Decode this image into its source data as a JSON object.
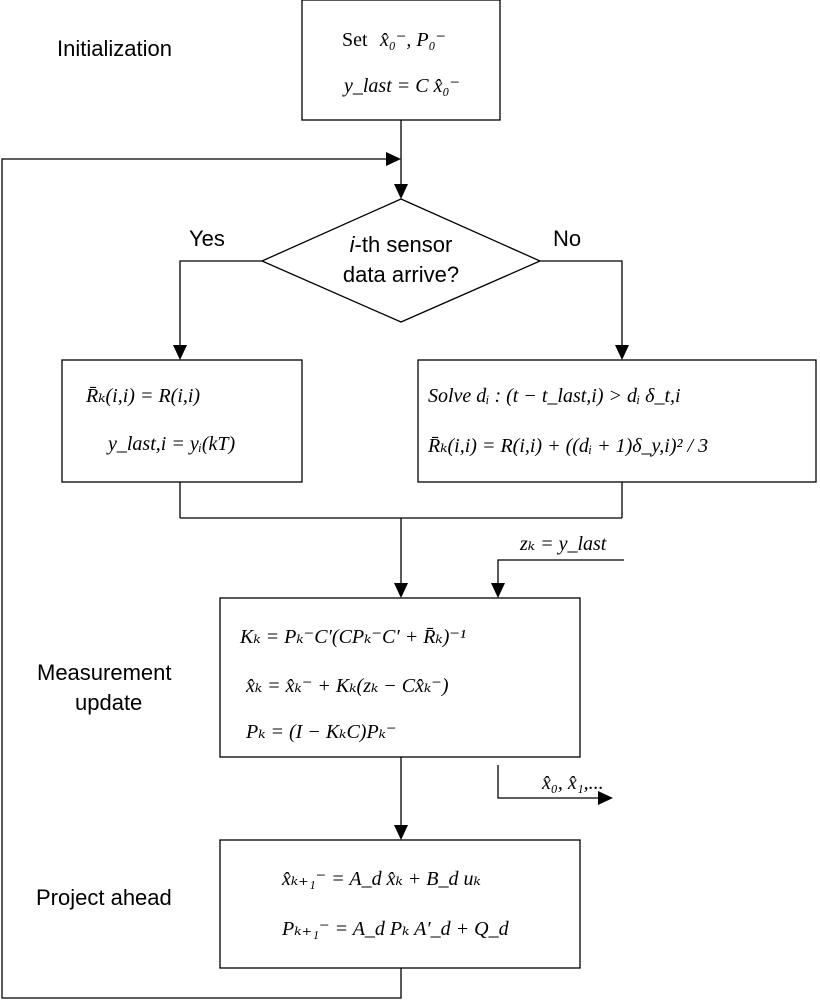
{
  "labels": {
    "initialization": "Initialization",
    "measurement_update_1": "Measurement",
    "measurement_update_2": "update",
    "project_ahead": "Project ahead",
    "yes": "Yes",
    "no": "No"
  },
  "decision": {
    "prefix": "i",
    "line1_rest": "-th sensor",
    "line2": "data arrive?"
  },
  "init_box": {
    "set_word": "Set",
    "line1": "x̂₀⁻, P₀⁻",
    "line2": "y_last = C x̂₀⁻"
  },
  "yes_box": {
    "line1": "R̄ₖ(i,i) = R(i,i)",
    "line2": "y_last,i = yᵢ(kT)"
  },
  "no_box": {
    "line1": "Solve dᵢ : (t − t_last,i) > dᵢ δ_t,i",
    "line2": "R̄ₖ(i,i) = R(i,i) + ((dᵢ + 1)δ_y,i)² / 3"
  },
  "z_label": "zₖ = y_last",
  "update_box": {
    "line1": "Kₖ = Pₖ⁻C′(CPₖ⁻C′ + R̄ₖ)⁻¹",
    "line2": "x̂ₖ = x̂ₖ⁻ + Kₖ(zₖ − Cx̂ₖ⁻)",
    "line3": "Pₖ = (I − KₖC)Pₖ⁻"
  },
  "output_label": "x̂₀, x̂₁,...",
  "project_box": {
    "line1": "x̂ₖ₊₁⁻ = A_d x̂ₖ + B_d uₖ",
    "line2": "Pₖ₊₁⁻ = A_d Pₖ A′_d + Q_d"
  }
}
